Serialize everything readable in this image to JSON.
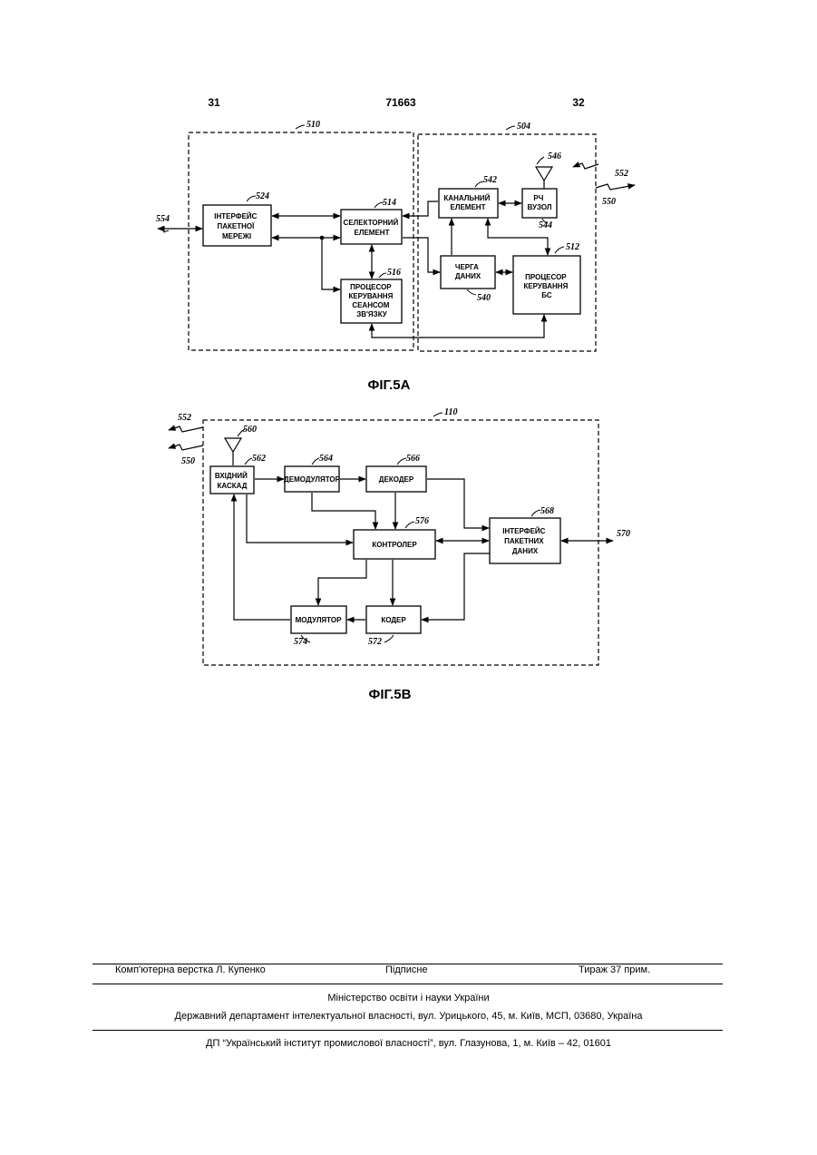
{
  "header": {
    "page_left": "31",
    "patent_number": "71663",
    "page_right": "32"
  },
  "fig5a": {
    "caption": "ФІГ.5А",
    "refs": {
      "r510": "510",
      "r504": "504",
      "r524": "524",
      "r514": "514",
      "r516": "516",
      "r542": "542",
      "r546": "546",
      "r552": "552",
      "r550": "550",
      "r544": "544",
      "r512": "512",
      "r540": "540",
      "r554": "554"
    },
    "blocks": {
      "packet_net_interface": [
        "ІНТЕРФЕЙС",
        "ПАКЕТНОЇ",
        "МЕРЕЖІ"
      ],
      "selector_element": [
        "СЕЛЕКТОРНИЙ",
        "ЕЛЕМЕНТ"
      ],
      "session_control_processor": [
        "ПРОЦЕСОР",
        "КЕРУВАННЯ",
        "СЕАНСОМ",
        "ЗВ'ЯЗКУ"
      ],
      "channel_element": [
        "КАНАЛЬНИЙ",
        "ЕЛЕМЕНТ"
      ],
      "rf_unit": [
        "РЧ",
        "ВУЗОЛ"
      ],
      "data_queue": [
        "ЧЕРГА",
        "ДАНИХ"
      ],
      "bs_control_processor": [
        "ПРОЦЕСОР",
        "КЕРУВАННЯ",
        "БС"
      ]
    }
  },
  "fig5b": {
    "caption": "ФІГ.5В",
    "refs": {
      "r110": "110",
      "r552": "552",
      "r550": "550",
      "r560": "560",
      "r562": "562",
      "r564": "564",
      "r566": "566",
      "r568": "568",
      "r570": "570",
      "r576": "576",
      "r574": "574",
      "r572": "572"
    },
    "blocks": {
      "front_end": [
        "ВХІДНИЙ",
        "КАСКАД"
      ],
      "demodulator": [
        "ДЕМОДУЛЯТОР"
      ],
      "decoder": [
        "ДЕКОДЕР"
      ],
      "controller": [
        "КОНТРОЛЕР"
      ],
      "packet_data_interface": [
        "ІНТЕРФЕЙС",
        "ПАКЕТНИХ",
        "ДАНИХ"
      ],
      "modulator": [
        "МОДУЛЯТОР"
      ],
      "encoder": [
        "КОДЕР"
      ]
    }
  },
  "footer": {
    "layout": "Комп'ютерна верстка Л. Купенко",
    "signed": "Підписне",
    "circulation": "Тираж 37 прим.",
    "ministry": "Міністерство освіти і науки України",
    "department": "Державний департамент інтелектуальної власності, вул. Урицького, 45, м. Київ, МСП, 03680, Україна",
    "institute": "ДП “Український інститут промислової власності”, вул. Глазунова, 1, м. Київ – 42, 01601"
  }
}
